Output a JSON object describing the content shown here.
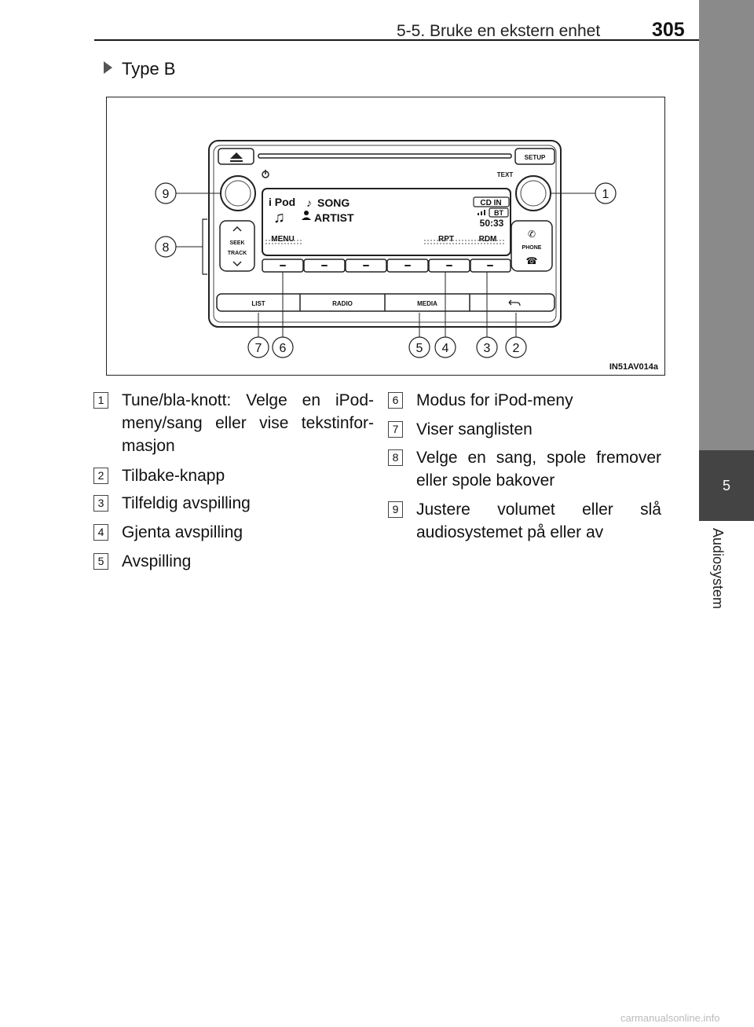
{
  "header": {
    "section": "5-5. Bruke en ekstern enhet",
    "page": "305"
  },
  "side_tab": {
    "chapter_number": "5",
    "chapter_title": "Audiosystem"
  },
  "subheading": "Type B",
  "figure": {
    "code": "IN51AV014a",
    "display": {
      "ipod": "i Pod",
      "song": "SONG",
      "artist": "ARTIST",
      "cd_in": "CD IN",
      "bt": "BT",
      "time": "50:33",
      "menu": "MENU",
      "rpt": "RPT",
      "rdm": "RDM"
    },
    "buttons": {
      "setup": "SETUP",
      "text": "TEXT",
      "seek": "SEEK",
      "track": "TRACK",
      "phone": "PHONE",
      "list": "LIST",
      "radio": "RADIO",
      "media": "MEDIA"
    },
    "callouts": [
      "1",
      "2",
      "3",
      "4",
      "5",
      "6",
      "7",
      "8",
      "9"
    ]
  },
  "legend": [
    {
      "num": "1",
      "text": "Tune/bla-knott: Velge en iPod-meny/sang eller vise tekstinfor-masjon"
    },
    {
      "num": "2",
      "text": "Tilbake-knapp"
    },
    {
      "num": "3",
      "text": "Tilfeldig avspilling"
    },
    {
      "num": "4",
      "text": "Gjenta avspilling"
    },
    {
      "num": "5",
      "text": "Avspilling"
    },
    {
      "num": "6",
      "text": "Modus for iPod-meny"
    },
    {
      "num": "7",
      "text": "Viser sanglisten"
    },
    {
      "num": "8",
      "text": "Velge en sang, spole fremover eller spole bakover"
    },
    {
      "num": "9",
      "text": "Justere volumet eller slå audiosystemet på eller av"
    }
  ],
  "footer": "carmanualsonline.info"
}
